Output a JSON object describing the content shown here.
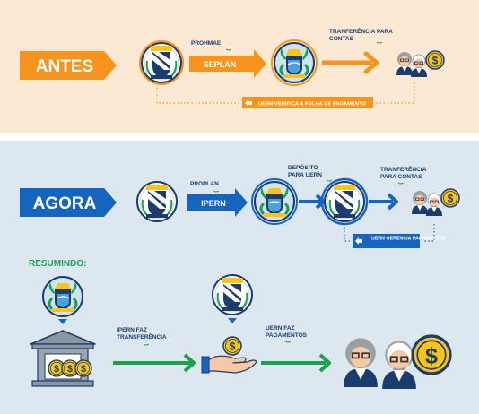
{
  "antes": {
    "title": "ANTES",
    "step1_caption": "PROHMAE",
    "step1_label": "SEPLAN",
    "step2_caption": "TRANFERÊNCIA PARA CONTAS",
    "return_label": "UERN VERIFICA A FOLHA DE PAGAMENTO"
  },
  "agora": {
    "title": "AGORA",
    "step1_caption": "PROPLAN",
    "step1_label": "IPERN",
    "step2_caption": "DEPÓSITO PARA UERN",
    "step3_caption": "TRANFERÊNCIA PARA CONTAS",
    "return_label": "UERN GERENCIA PAGAMENTOS"
  },
  "resumindo": {
    "title": "RESUMINDO:",
    "step1_caption": "IPERN FAZ TRANSFERÊNCIA",
    "step2_caption": "UERN FAZ PAGAMENTOS",
    "coin_symbol": "$"
  },
  "colors": {
    "orange": "#f7941d",
    "blue": "#1565c0",
    "navy": "#1a3c6e",
    "green": "#1d9f4b",
    "gold": "#f9c418",
    "top_bg": "#fce9d4",
    "bottom_bg": "#dce7ef"
  },
  "icons": [
    "uern-seal-icon",
    "state-coat-of-arms-icon",
    "people-icon",
    "coin-icon",
    "bank-icon",
    "hand-coin-icon",
    "arrow-icon"
  ]
}
